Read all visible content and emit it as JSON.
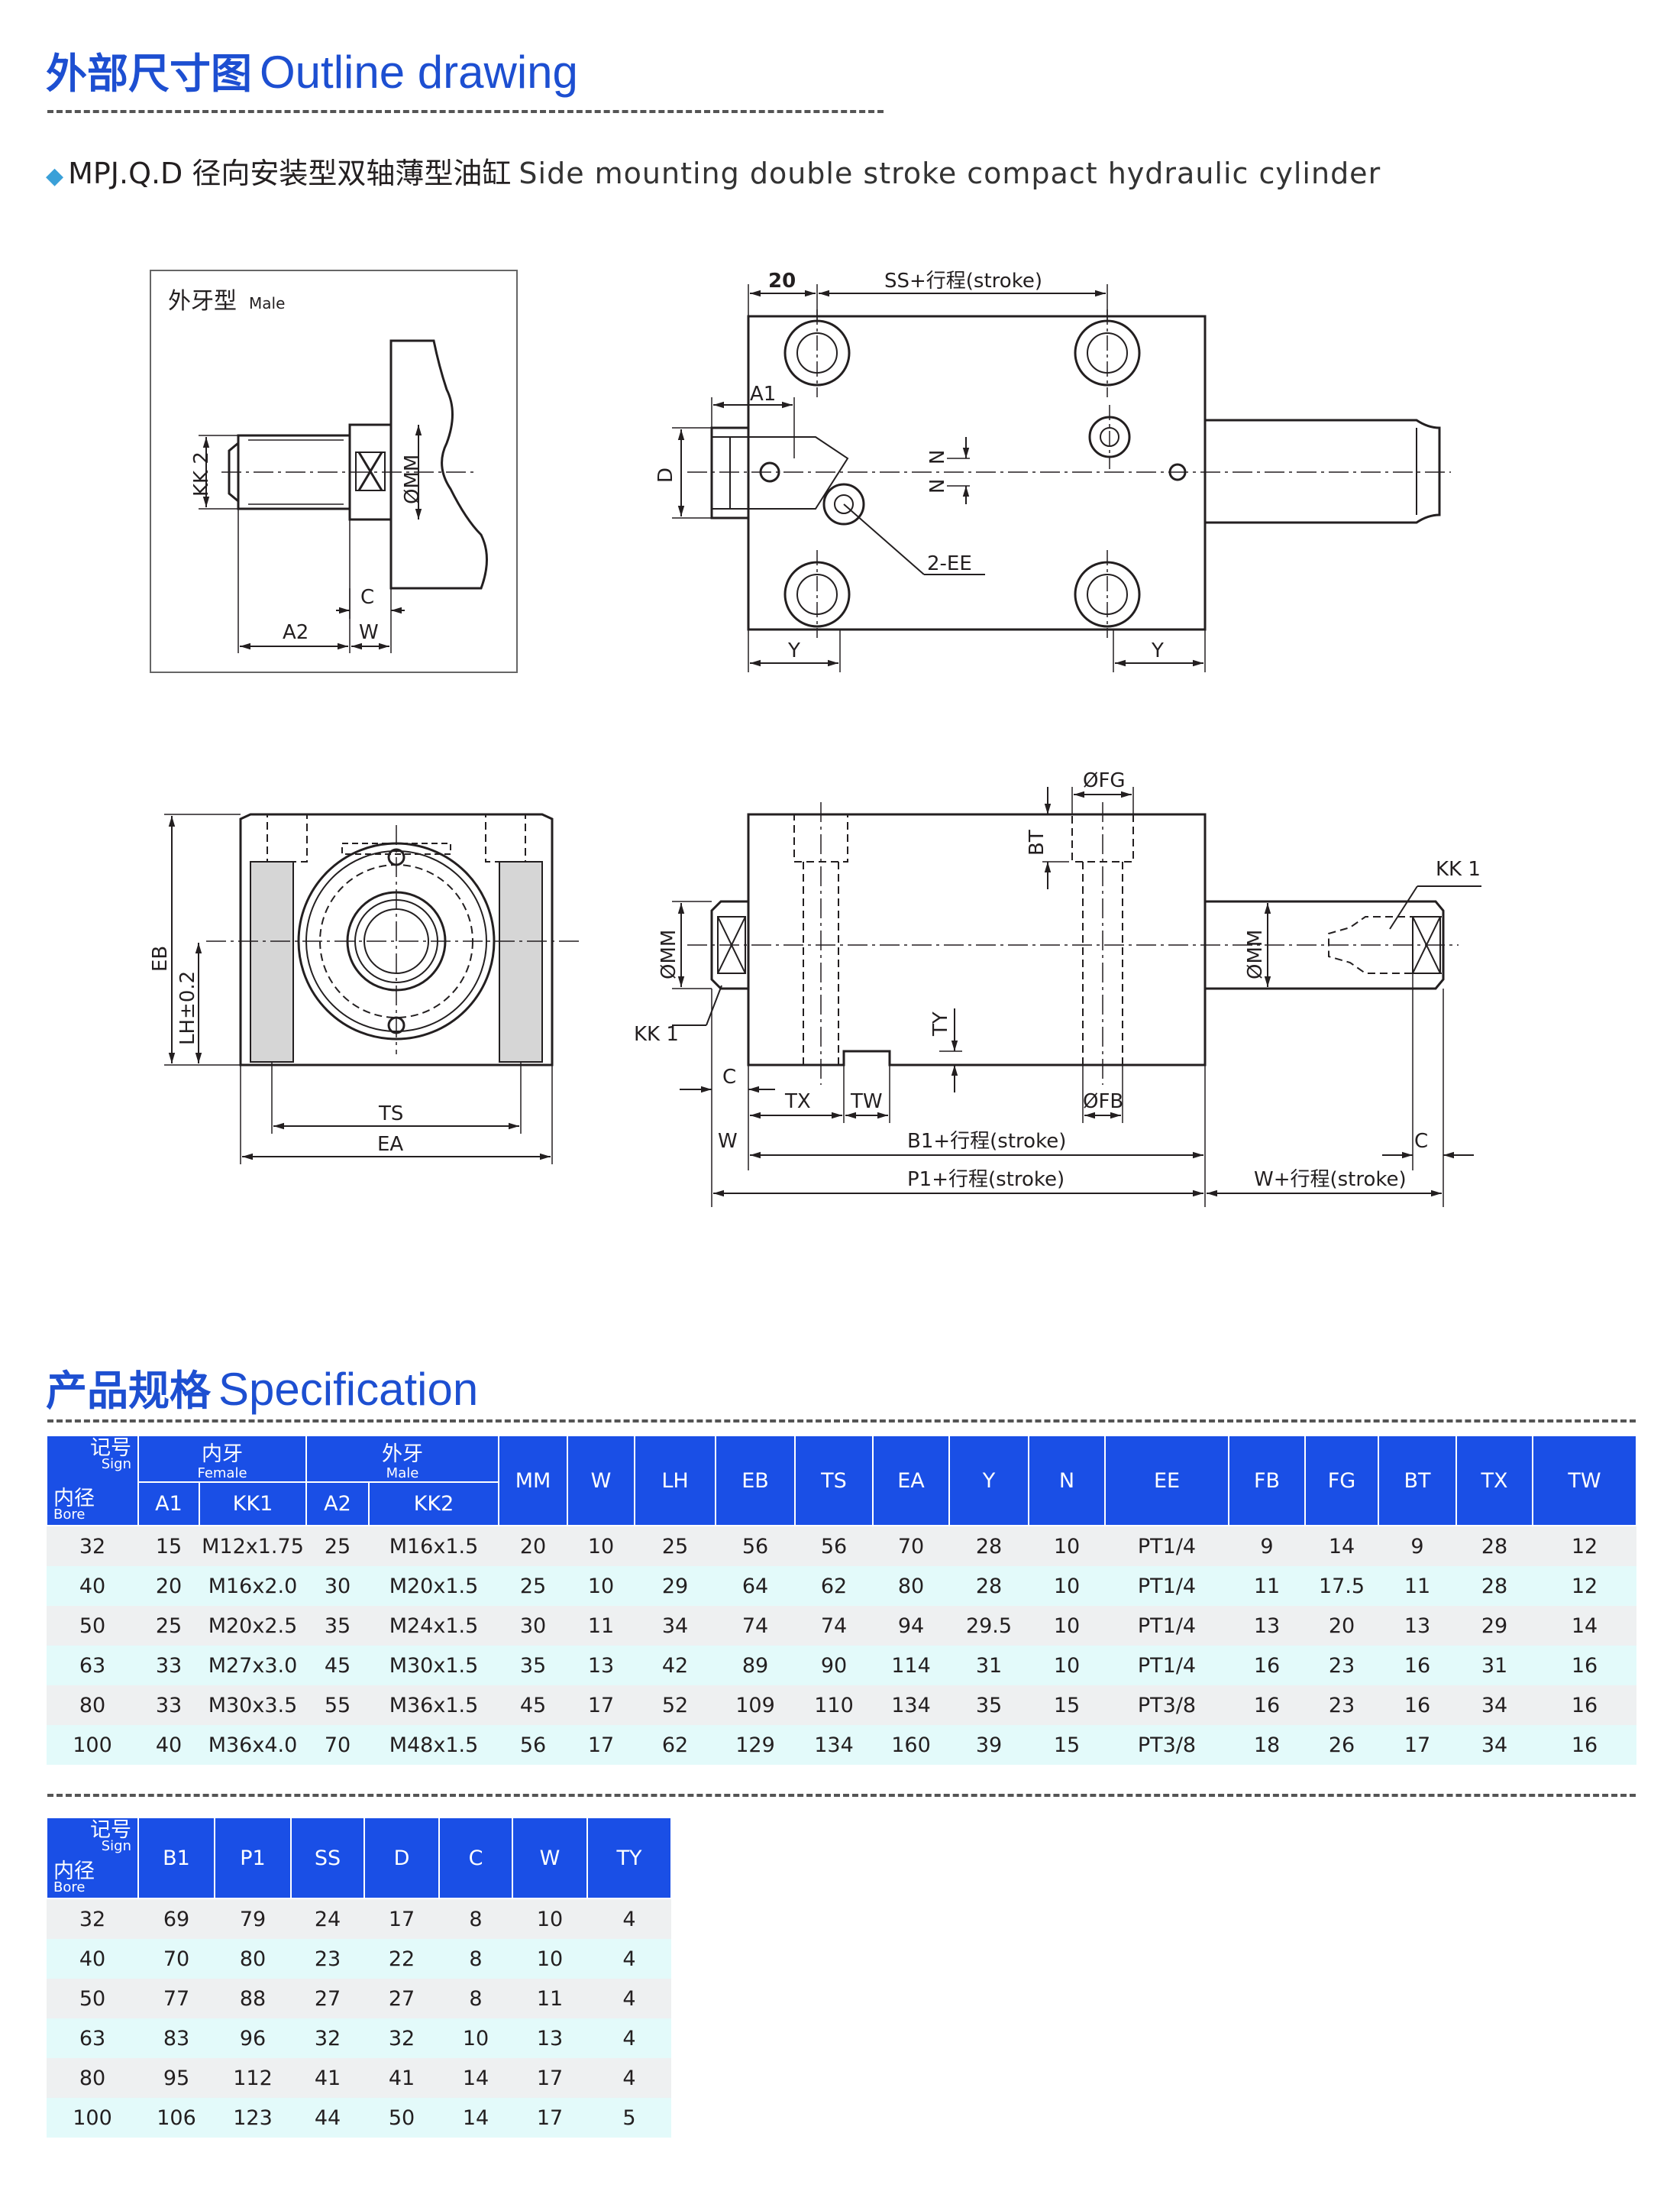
{
  "header": {
    "title_cn": "外部尺寸图",
    "title_en": "Outline drawing",
    "subtitle_cn": "MPJ.Q.D 径向安装型双轴薄型油缸",
    "subtitle_en": "Side mounting double stroke compact hydraulic cylinder"
  },
  "drawing": {
    "inset_title_cn": "外牙型",
    "inset_title_en": "Male",
    "labels": {
      "kk2": "KK 2",
      "mm": "ØMM",
      "c": "C",
      "w": "W",
      "a2": "A2",
      "dim20": "20",
      "ss_stroke": "SS+行程(stroke)",
      "a1": "A1",
      "d": "D",
      "n": "N",
      "n2": "N",
      "ee": "2-EE",
      "y": "Y",
      "y2": "Y",
      "fg": "ØFG",
      "bt": "BT",
      "kk1_right": "KK 1",
      "mm_left": "ØMM",
      "mm_right": "ØMM",
      "kk1_left": "KK 1",
      "ty": "TY",
      "c_left": "C",
      "tx": "TX",
      "tw": "TW",
      "fb": "ØFB",
      "w_left": "W",
      "b1_stroke": "B1+行程(stroke)",
      "c_right": "C",
      "p1_stroke": "P1+行程(stroke)",
      "w_stroke": "W+行程(stroke)",
      "eb": "EB",
      "lh": "LH±0.2",
      "ts": "TS",
      "ea": "EA"
    }
  },
  "spec": {
    "title_cn": "产品规格",
    "title_en": "Specification",
    "table1": {
      "corner_sign_cn": "记号",
      "corner_sign_en": "Sign",
      "corner_bore_cn": "内径",
      "corner_bore_en": "Bore",
      "female_cn": "内牙",
      "female_en": "Female",
      "male_cn": "外牙",
      "male_en": "Male",
      "sub_cols": [
        "A1",
        "KK1",
        "A2",
        "KK2"
      ],
      "cols": [
        "MM",
        "W",
        "LH",
        "EB",
        "TS",
        "EA",
        "Y",
        "N",
        "EE",
        "FB",
        "FG",
        "BT",
        "TX",
        "TW"
      ],
      "rows": [
        [
          "32",
          "15",
          "M12x1.75",
          "25",
          "M16x1.5",
          "20",
          "10",
          "25",
          "56",
          "56",
          "70",
          "28",
          "10",
          "PT1/4",
          "9",
          "14",
          "9",
          "28",
          "12"
        ],
        [
          "40",
          "20",
          "M16x2.0",
          "30",
          "M20x1.5",
          "25",
          "10",
          "29",
          "64",
          "62",
          "80",
          "28",
          "10",
          "PT1/4",
          "11",
          "17.5",
          "11",
          "28",
          "12"
        ],
        [
          "50",
          "25",
          "M20x2.5",
          "35",
          "M24x1.5",
          "30",
          "11",
          "34",
          "74",
          "74",
          "94",
          "29.5",
          "10",
          "PT1/4",
          "13",
          "20",
          "13",
          "29",
          "14"
        ],
        [
          "63",
          "33",
          "M27x3.0",
          "45",
          "M30x1.5",
          "35",
          "13",
          "42",
          "89",
          "90",
          "114",
          "31",
          "10",
          "PT1/4",
          "16",
          "23",
          "16",
          "31",
          "16"
        ],
        [
          "80",
          "33",
          "M30x3.5",
          "55",
          "M36x1.5",
          "45",
          "17",
          "52",
          "109",
          "110",
          "134",
          "35",
          "15",
          "PT3/8",
          "16",
          "23",
          "16",
          "34",
          "16"
        ],
        [
          "100",
          "40",
          "M36x4.0",
          "70",
          "M48x1.5",
          "56",
          "17",
          "62",
          "129",
          "134",
          "160",
          "39",
          "15",
          "PT3/8",
          "18",
          "26",
          "17",
          "34",
          "16"
        ]
      ]
    },
    "table2": {
      "corner_sign_cn": "记号",
      "corner_sign_en": "Sign",
      "corner_bore_cn": "内径",
      "corner_bore_en": "Bore",
      "cols": [
        "B1",
        "P1",
        "SS",
        "D",
        "C",
        "W",
        "TY"
      ],
      "rows": [
        [
          "32",
          "69",
          "79",
          "24",
          "17",
          "8",
          "10",
          "4"
        ],
        [
          "40",
          "70",
          "80",
          "23",
          "22",
          "8",
          "10",
          "4"
        ],
        [
          "50",
          "77",
          "88",
          "27",
          "27",
          "8",
          "11",
          "4"
        ],
        [
          "63",
          "83",
          "96",
          "32",
          "32",
          "10",
          "13",
          "4"
        ],
        [
          "80",
          "95",
          "112",
          "41",
          "41",
          "14",
          "17",
          "4"
        ],
        [
          "100",
          "106",
          "123",
          "44",
          "50",
          "14",
          "17",
          "5"
        ]
      ]
    }
  }
}
